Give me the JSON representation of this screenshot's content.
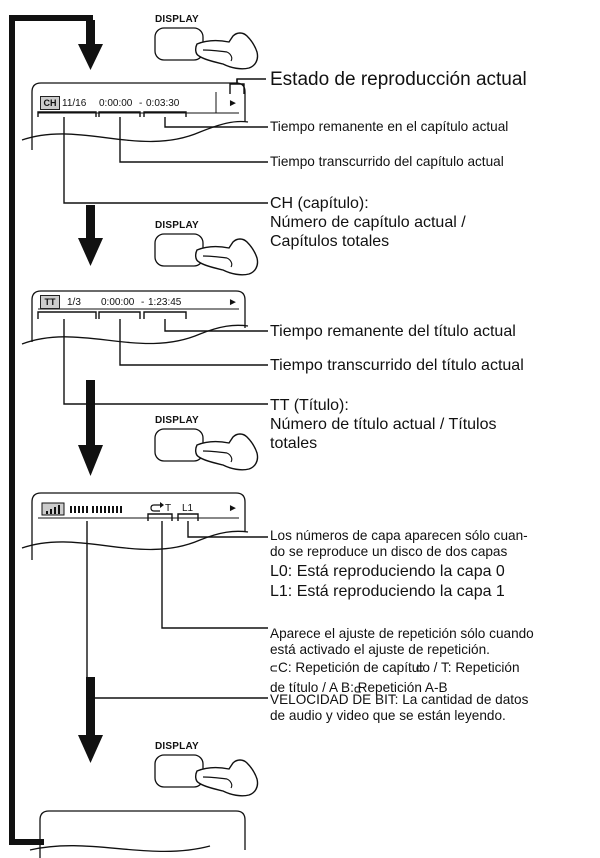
{
  "display_button_label": "DISPLAY",
  "screen1": {
    "icon": "CH",
    "chapter": "11/16",
    "elapsed": "0:00:00",
    "separator": "-",
    "remaining": "0:03:30",
    "play_symbol": "►"
  },
  "screen1_callouts": {
    "status": "Estado de reproducción actual",
    "remaining": "Tiempo remanente en el capítulo actual",
    "elapsed": "Tiempo transcurrido del capítulo actual",
    "chapter_line1": "CH (capítulo):",
    "chapter_line2": "Número de capítulo actual /",
    "chapter_line3": "Capítulos totales"
  },
  "screen2": {
    "icon": "TT",
    "title": "1/3",
    "elapsed": "0:00:00",
    "separator": "-",
    "remaining": "1:23:45",
    "play_symbol": "►"
  },
  "screen2_callouts": {
    "remaining": "Tiempo remanente del título actual",
    "elapsed": "Tiempo transcurrido del título actual",
    "title_line1": "TT (Título):",
    "title_line2": "Número de título actual / Títulos",
    "title_line3": "totales"
  },
  "screen3": {
    "repeat": "T",
    "layer": "L1",
    "play_symbol": "►"
  },
  "screen3_callouts": {
    "layer_line1": "Los números de capa aparecen sólo cuan-",
    "layer_line2": "do se reproduce un disco de dos capas",
    "layer_line3": "L0: Está reproduciendo la capa 0",
    "layer_line4": "L1: Está reproduciendo la capa 1",
    "repeat_line1": "Aparece el ajuste de repetición sólo cuando",
    "repeat_line2": "está activado el ajuste de repetición.",
    "repeat_line3": "C: Repetición de capítulo /  T: Repetición",
    "repeat_line4": "de título / A B: Repetición A-B",
    "bitrate_line1": "VELOCIDAD DE BIT: La cantidad de datos",
    "bitrate_line2": "de audio y video que se están leyendo."
  }
}
